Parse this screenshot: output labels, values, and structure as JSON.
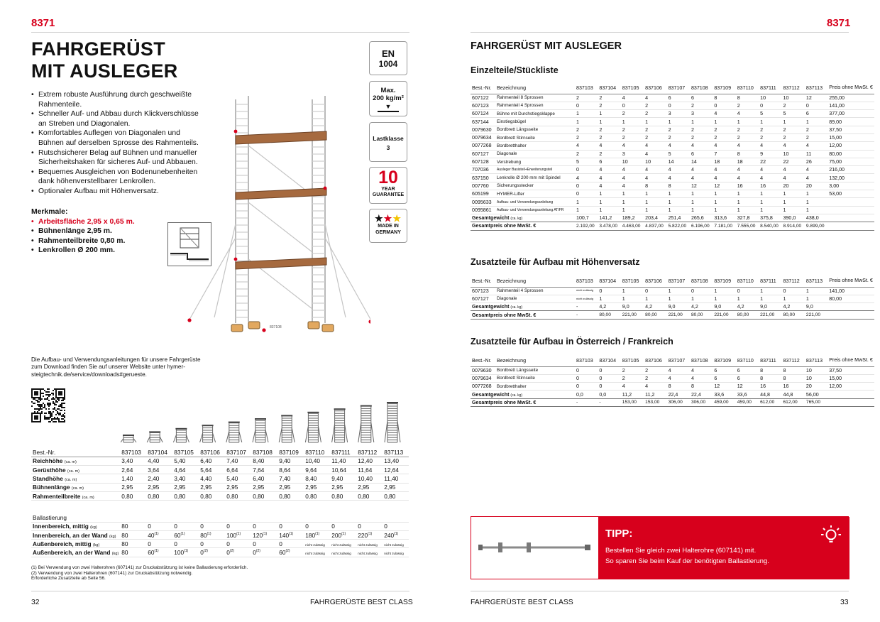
{
  "left": {
    "page_code": "8371",
    "title_line1": "FAHRGERÜST",
    "title_line2": "MIT AUSLEGER",
    "bullets": [
      "Extrem robuste Ausführung durch geschweißte Rahmenteile.",
      "Schneller Auf- und Abbau durch Klickverschlüsse an Streben und Diagonalen.",
      "Komfortables Auflegen von Diagonalen und Bühnen auf derselben Sprosse des Rahmenteils.",
      "Rutschsicherer Belag auf Bühnen und manueller Sicherheitshaken für sicheres Auf- und Abbauen.",
      "Bequemes Ausgleichen von Bodenunebenheiten dank höhenverstellbarer Lenkrollen.",
      "Optionaler Aufbau mit Höhenversatz."
    ],
    "features_title": "Merkmale:",
    "features": [
      "Arbeitsfläche 2,95 x 0,65 m.",
      "Bühnenlänge 2,95 m.",
      "Rahmenteilbreite 0,80 m.",
      "Lenkrollen Ø 200 mm."
    ],
    "badges": {
      "en": "EN",
      "en_num": "1004",
      "max": "Max.",
      "max_load": "200 kg/m²",
      "lastklasse": "Lastklasse",
      "lastklasse_num": "3",
      "year_num": "10",
      "year": "YEAR",
      "guarantee": "GUARANTEE",
      "made": "MADE IN",
      "germany": "GERMANY"
    },
    "image_label": "837108",
    "download_text": "Die Aufbau- und Verwendungsanleitungen für unsere Fahrgerüste zum Download finden Sie auf unserer Website unter hymer-steigtechnik.de/service/downloads#gerueste.",
    "spec": {
      "codes": [
        "837103",
        "837104",
        "837105",
        "837106",
        "837107",
        "837108",
        "837109",
        "837110",
        "837111",
        "837112",
        "837113"
      ],
      "hdr": "Best.-Nr.",
      "rows": [
        {
          "k": "Reichhöhe",
          "u": "(ca. m)",
          "v": [
            "3,40",
            "4,40",
            "5,40",
            "6,40",
            "7,40",
            "8,40",
            "9,40",
            "10,40",
            "11,40",
            "12,40",
            "13,40"
          ]
        },
        {
          "k": "Gerüsthöhe",
          "u": "(ca. m)",
          "v": [
            "2,64",
            "3,64",
            "4,64",
            "5,64",
            "6,64",
            "7,64",
            "8,64",
            "9,64",
            "10,64",
            "11,64",
            "12,64"
          ]
        },
        {
          "k": "Standhöhe",
          "u": "(ca. m)",
          "v": [
            "1,40",
            "2,40",
            "3,40",
            "4,40",
            "5,40",
            "6,40",
            "7,40",
            "8,40",
            "9,40",
            "10,40",
            "11,40"
          ]
        },
        {
          "k": "Bühnenlänge",
          "u": "(ca. m)",
          "v": [
            "2,95",
            "2,95",
            "2,95",
            "2,95",
            "2,95",
            "2,95",
            "2,95",
            "2,95",
            "2,95",
            "2,95",
            "2,95"
          ]
        },
        {
          "k": "Rahmenteilbreite",
          "u": "(ca. m)",
          "v": [
            "0,80",
            "0,80",
            "0,80",
            "0,80",
            "0,80",
            "0,80",
            "0,80",
            "0,80",
            "0,80",
            "0,80",
            "0,80"
          ]
        }
      ],
      "ballast_title": "Ballastierung",
      "ballast": [
        {
          "k": "Innenbereich, mittig",
          "u": "(kg)",
          "v": [
            "80",
            "0",
            "0",
            "0",
            "0",
            "0",
            "0",
            "0",
            "0",
            "0",
            "0"
          ],
          "s": [
            "",
            "",
            "",
            "",
            "",
            "",
            "",
            "",
            "",
            "",
            ""
          ]
        },
        {
          "k": "Innenbereich, an der Wand",
          "u": "(kg)",
          "v": [
            "80",
            "40",
            "60",
            "80",
            "100",
            "120",
            "140",
            "180",
            "200",
            "220",
            "240"
          ],
          "s": [
            "",
            "(1)",
            "(1)",
            "(1)",
            "(1)",
            "(1)",
            "(1)",
            "(1)",
            "(1)",
            "(1)",
            "(1)"
          ]
        },
        {
          "k": "Außenbereich, mittig",
          "u": "(kg)",
          "v": [
            "80",
            "0",
            "0",
            "0",
            "0",
            "0",
            "0",
            "nicht zulässig",
            "nicht zulässig",
            "nicht zulässig",
            "nicht zulässig"
          ],
          "s": [
            "",
            "",
            "",
            "",
            "",
            "",
            "",
            "",
            "",
            "",
            ""
          ]
        },
        {
          "k": "Außenbereich, an der Wand",
          "u": "(kg)",
          "v": [
            "80",
            "60",
            "100",
            "0",
            "0",
            "0",
            "60",
            "nicht zulässig",
            "nicht zulässig",
            "nicht zulässig",
            "nicht zulässig"
          ],
          "s": [
            "",
            "(1)",
            "(1)",
            "(2)",
            "(2)",
            "(2)",
            "(2)",
            "",
            "",
            "",
            ""
          ]
        }
      ]
    },
    "footnote1": "(1) Bei Verwendung von zwei Halterohren (607141) zur Druckabstützung ist keine Ballastierung erforderlich.",
    "footnote2": "(2) Verwendung von zwei Halterohren (607141) zur Druckabstützung notwendig.",
    "footnote3": "Erforderliche Zusatzteile ab Seite 56.",
    "page_num": "32",
    "footer": "FAHRGERÜSTE BEST CLASS"
  },
  "right": {
    "page_code": "8371",
    "title": "FAHRGERÜST MIT AUSLEGER",
    "parts_title": "Einzelteile/Stückliste",
    "hdr_nr": "Best.-Nr.",
    "hdr_name": "Bezeichnung",
    "hdr_price": "Preis ohne MwSt. €",
    "codes": [
      "837103",
      "837104",
      "837105",
      "837106",
      "837107",
      "837108",
      "837109",
      "837110",
      "837111",
      "837112",
      "837113"
    ],
    "parts": [
      {
        "nr": "607122",
        "name": "Rahmenteil 8 Sprossen",
        "v": [
          "2",
          "2",
          "4",
          "4",
          "6",
          "6",
          "8",
          "8",
          "10",
          "10",
          "12"
        ],
        "p": "255,00"
      },
      {
        "nr": "607123",
        "name": "Rahmenteil 4 Sprossen",
        "v": [
          "0",
          "2",
          "0",
          "2",
          "0",
          "2",
          "0",
          "2",
          "0",
          "2",
          "0"
        ],
        "p": "141,00"
      },
      {
        "nr": "607124",
        "name": "Bühne mit Durchstiegsklappe",
        "v": [
          "1",
          "1",
          "2",
          "2",
          "3",
          "3",
          "4",
          "4",
          "5",
          "5",
          "6"
        ],
        "p": "377,00"
      },
      {
        "nr": "637144",
        "name": "Einstiegsbügel",
        "v": [
          "1",
          "1",
          "1",
          "1",
          "1",
          "1",
          "1",
          "1",
          "1",
          "1",
          "1"
        ],
        "p": "89,00"
      },
      {
        "nr": "0079630",
        "name": "Bordbrett Längsseite",
        "v": [
          "2",
          "2",
          "2",
          "2",
          "2",
          "2",
          "2",
          "2",
          "2",
          "2",
          "2"
        ],
        "p": "37,50"
      },
      {
        "nr": "0079634",
        "name": "Bordbrett Stirnseite",
        "v": [
          "2",
          "2",
          "2",
          "2",
          "2",
          "2",
          "2",
          "2",
          "2",
          "2",
          "2"
        ],
        "p": "15,00"
      },
      {
        "nr": "0077268",
        "name": "Bordbretthalter",
        "v": [
          "4",
          "4",
          "4",
          "4",
          "4",
          "4",
          "4",
          "4",
          "4",
          "4",
          "4"
        ],
        "p": "12,00"
      },
      {
        "nr": "607127",
        "name": "Diagonale",
        "v": [
          "2",
          "2",
          "3",
          "4",
          "5",
          "6",
          "7",
          "8",
          "9",
          "10",
          "11"
        ],
        "p": "80,00"
      },
      {
        "nr": "607128",
        "name": "Verstrebung",
        "v": [
          "5",
          "6",
          "10",
          "10",
          "14",
          "14",
          "18",
          "18",
          "22",
          "22",
          "26"
        ],
        "p": "75,00"
      },
      {
        "nr": "707036",
        "name": "Ausleger Basisteil+Erweiterungsteil",
        "v": [
          "0",
          "4",
          "4",
          "4",
          "4",
          "4",
          "4",
          "4",
          "4",
          "4",
          "4"
        ],
        "p": "216,00"
      },
      {
        "nr": "637150",
        "name": "Lenkrolle Ø 200 mm mit Spindel",
        "v": [
          "4",
          "4",
          "4",
          "4",
          "4",
          "4",
          "4",
          "4",
          "4",
          "4",
          "4"
        ],
        "p": "132,00"
      },
      {
        "nr": "007760",
        "name": "Sicherungsstecker",
        "v": [
          "0",
          "4",
          "4",
          "8",
          "8",
          "12",
          "12",
          "16",
          "16",
          "20",
          "20"
        ],
        "p": "3,00"
      },
      {
        "nr": "605199",
        "name": "HYMER-Lifter",
        "v": [
          "0",
          "1",
          "1",
          "1",
          "1",
          "1",
          "1",
          "1",
          "1",
          "1",
          "1"
        ],
        "p": "53,00"
      },
      {
        "nr": "0095633",
        "name": "Aufbau- und Verwendungsanleitung",
        "v": [
          "1",
          "1",
          "1",
          "1",
          "1",
          "1",
          "1",
          "1",
          "1",
          "1",
          "1"
        ],
        "p": ""
      },
      {
        "nr": "0095861",
        "name": "Aufbau- und Verwendungsanleitung AT/FR",
        "v": [
          "1",
          "1",
          "1",
          "1",
          "1",
          "1",
          "1",
          "1",
          "1",
          "1",
          "1"
        ],
        "p": ""
      }
    ],
    "weight_label": "Gesamtgewicht",
    "weight_unit": "(ca. kg)",
    "weights": [
      "100,7",
      "141,2",
      "189,2",
      "203,4",
      "251,4",
      "265,6",
      "313,6",
      "327,8",
      "375,8",
      "390,0",
      "438,0"
    ],
    "price_label": "Gesamtpreis ohne MwSt. €",
    "prices": [
      "2.192,00",
      "3.478,00",
      "4.463,00",
      "4.837,00",
      "5.822,00",
      "6.196,00",
      "7.181,00",
      "7.555,00",
      "8.540,00",
      "8.914,00",
      "9.899,00"
    ],
    "z1_title": "Zusatzteile für Aufbau mit Höhenversatz",
    "z1_parts": [
      {
        "nr": "607123",
        "name": "Rahmenteil 4 Sprossen",
        "v": [
          "nicht zulässig",
          "0",
          "1",
          "0",
          "1",
          "0",
          "1",
          "0",
          "1",
          "0",
          "1"
        ],
        "p": "141,00"
      },
      {
        "nr": "607127",
        "name": "Diagonale",
        "v": [
          "nicht zulässig",
          "1",
          "1",
          "1",
          "1",
          "1",
          "1",
          "1",
          "1",
          "1",
          "1"
        ],
        "p": "80,00"
      }
    ],
    "z1_weights": [
      "-",
      "4,2",
      "9,0",
      "4,2",
      "9,0",
      "4,2",
      "9,0",
      "4,2",
      "9,0",
      "4,2",
      "9,0"
    ],
    "z1_prices": [
      "-",
      "80,00",
      "221,00",
      "80,00",
      "221,00",
      "80,00",
      "221,00",
      "80,00",
      "221,00",
      "80,00",
      "221,00"
    ],
    "z2_title": "Zusatzteile für Aufbau in Österreich / Frankreich",
    "z2_parts": [
      {
        "nr": "0079630",
        "name": "Bordbrett Längsseite",
        "v": [
          "0",
          "0",
          "2",
          "2",
          "4",
          "4",
          "6",
          "6",
          "8",
          "8",
          "10"
        ],
        "p": "37,50"
      },
      {
        "nr": "0079634",
        "name": "Bordbrett Stirnseite",
        "v": [
          "0",
          "0",
          "2",
          "2",
          "4",
          "4",
          "6",
          "6",
          "8",
          "8",
          "10"
        ],
        "p": "15,00"
      },
      {
        "nr": "0077268",
        "name": "Bordbretthalter",
        "v": [
          "0",
          "0",
          "4",
          "4",
          "8",
          "8",
          "12",
          "12",
          "16",
          "16",
          "20"
        ],
        "p": "12,00"
      }
    ],
    "z2_weights": [
      "0,0",
      "0,0",
      "11,2",
      "11,2",
      "22,4",
      "22,4",
      "33,6",
      "33,6",
      "44,8",
      "44,8",
      "56,00"
    ],
    "z2_prices": [
      "-",
      "-",
      "153,00",
      "153,00",
      "306,00",
      "306,00",
      "459,00",
      "459,00",
      "612,00",
      "612,00",
      "765,00"
    ],
    "tip_title": "TIPP:",
    "tip_line1": "Bestellen Sie gleich zwei Halterohre (607141) mit.",
    "tip_line2": "So sparen Sie beim Kauf der benötigten Ballastierung.",
    "footer": "FAHRGERÜSTE BEST CLASS",
    "page_num": "33"
  }
}
